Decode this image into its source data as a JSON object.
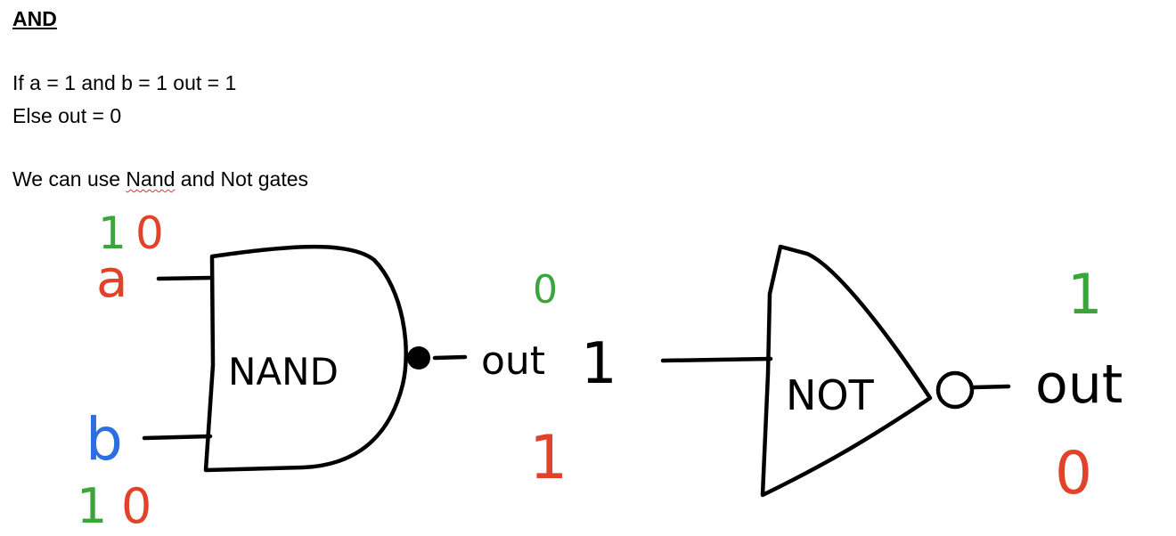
{
  "document": {
    "heading": "AND",
    "rule_parts": [
      "If a = 1 and b = 1 out = 1",
      "Else out = 0"
    ],
    "note_before": "We can use ",
    "note_misspelled": "Nand",
    "note_after": " and Not gates"
  },
  "colors": {
    "green": "#3aa53a",
    "red": "#e0422a",
    "blue": "#2d6fe3",
    "ink": "#000000",
    "spellcheck": "#e0302a"
  },
  "circuit": {
    "input_a": {
      "label": "a",
      "values": [
        "1",
        "0"
      ]
    },
    "input_b": {
      "label": "b",
      "values": [
        "1",
        "0"
      ]
    },
    "nand_gate": {
      "label": "NAND"
    },
    "intermediate": {
      "label": "out",
      "suffix": "1",
      "value_top": "0",
      "value_bottom": "1"
    },
    "not_gate": {
      "label": "NOT"
    },
    "output": {
      "label": "out",
      "value_top": "1",
      "value_bottom": "0"
    }
  }
}
